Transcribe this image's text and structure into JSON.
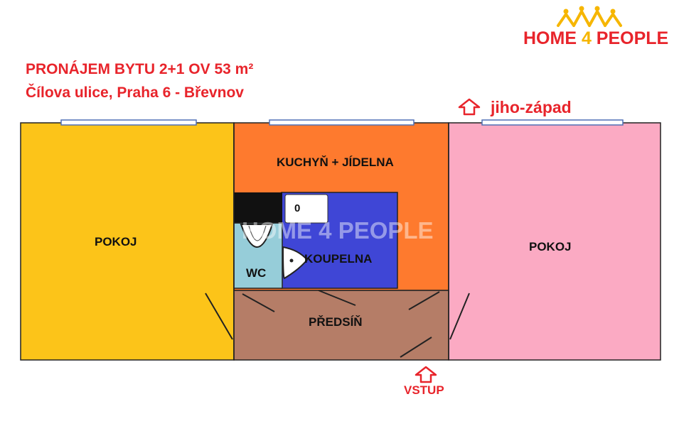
{
  "title": {
    "line1": "PRONÁJEM BYTU 2+1 OV 53 m²",
    "line2": "Čílova ulice, Praha 6 - Břevnov"
  },
  "logo": {
    "brand_part1": "HOME ",
    "brand_num": "4",
    "brand_part2": " PEOPLE",
    "icon": "houses-icon"
  },
  "orientation": {
    "label": "jiho-západ",
    "icon": "arrow-up-icon"
  },
  "entrance": {
    "label": "VSTUP",
    "icon": "arrow-up-icon"
  },
  "rooms": {
    "left_room": "POKOJ",
    "kitchen": "KUCHYŇ + JÍDELNA",
    "bathroom": "KOUPELNA",
    "wc": "WC",
    "hall": "PŘEDSÍŇ",
    "right_room": "POKOJ",
    "appliance": "0"
  },
  "watermark": "HOME 4 PEOPLE",
  "colors": {
    "left_room": "#fcc419",
    "kitchen": "#fe7a2e",
    "bathroom": "#3f46d6",
    "wc": "#96cdd9",
    "hall": "#b57d67",
    "right_room": "#fbaac3",
    "accent": "#e8242b",
    "logo_accent": "#f6b600"
  }
}
